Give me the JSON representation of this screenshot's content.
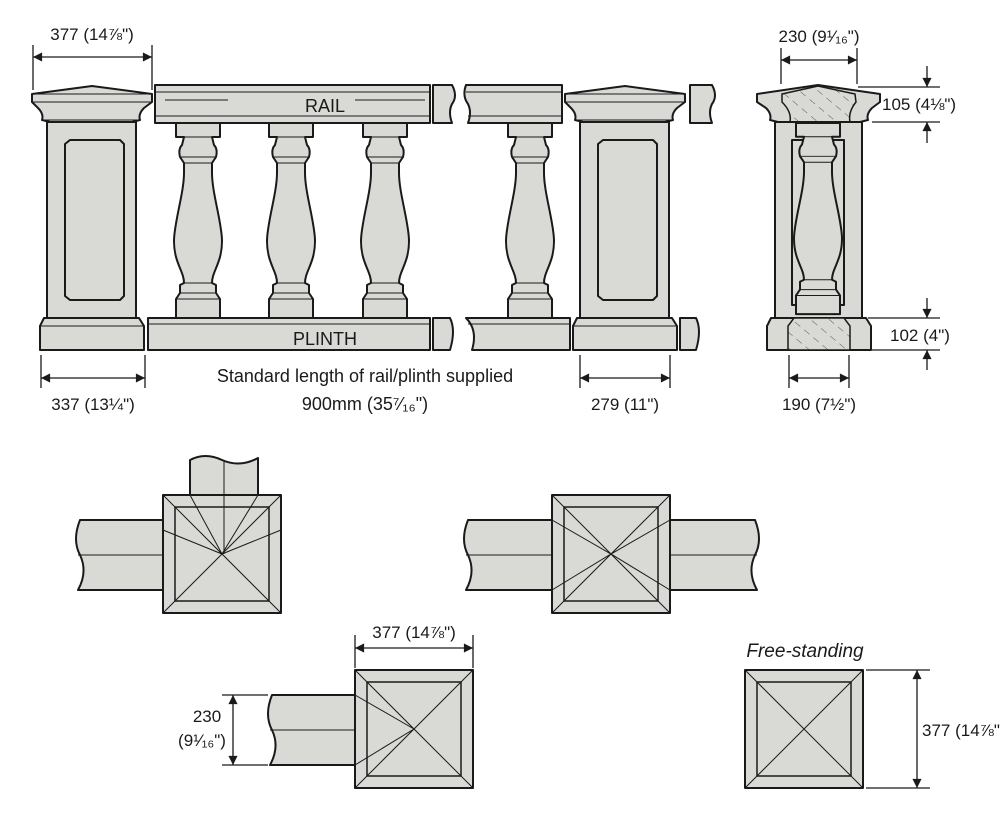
{
  "elevation": {
    "rail_label": "RAIL",
    "plinth_label": "PLINTH",
    "pier_cap_width": "377 (14⅞\")",
    "pier_base_width": "337 (13¼\")",
    "standard_length_line1": "Standard length of rail/plinth supplied",
    "standard_length_line2": "900mm (35⁷⁄₁₆\")",
    "end_pier_width": "279 (11\")"
  },
  "section": {
    "top_width": "230 (9¹⁄₁₆\")",
    "rail_height": "105 (4⅛\")",
    "plinth_height": "102 (4\")",
    "bottom_width": "190 (7½\")"
  },
  "plans": {
    "rail_width_line1": "230",
    "rail_width_line2": "(9¹⁄₁₆\")",
    "pier_width": "377 (14⅞\")",
    "free_standing_title": "Free-standing",
    "free_standing_size": "377 (14⅞\")"
  },
  "colors": {
    "stone": "#d9d9d5",
    "line": "#1a1a1a"
  }
}
